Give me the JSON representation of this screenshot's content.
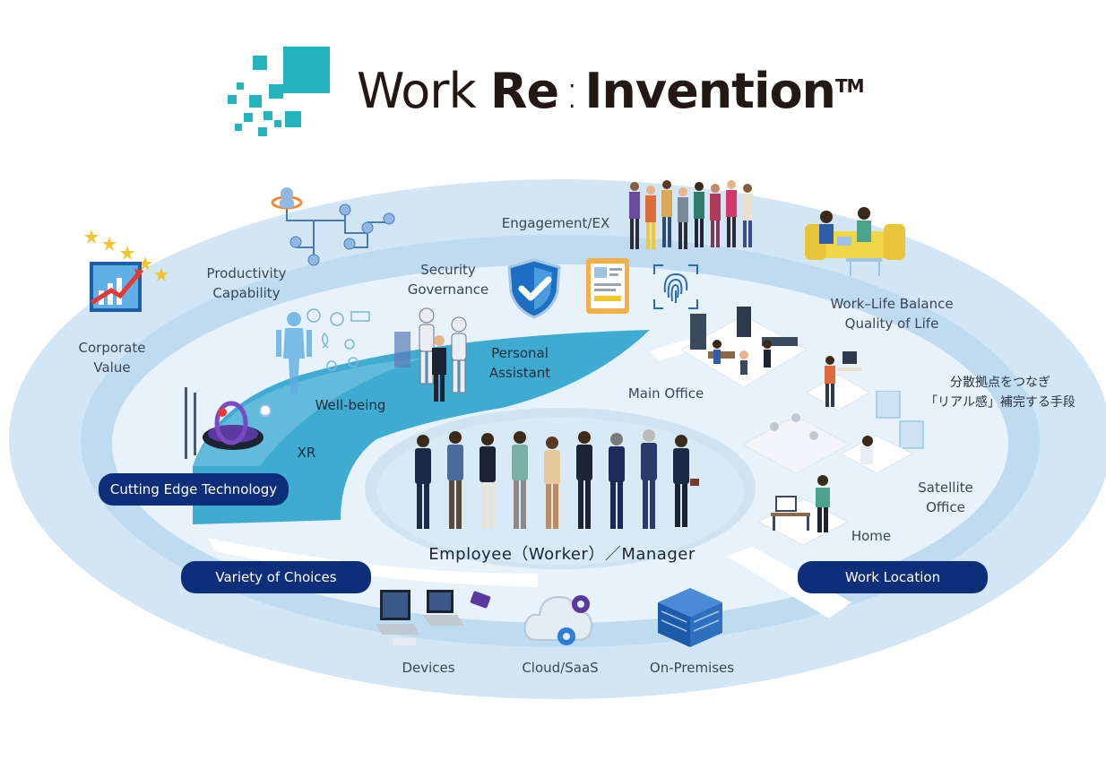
{
  "logo": {
    "word_regular": "Work ",
    "word_bold": "Re",
    "colon": ":",
    "word_bold2": "Invention",
    "trademark": "TM",
    "accent_color": "#25b3bd",
    "text_color": "#231815"
  },
  "colors": {
    "outer_ring": "#d4e6f5",
    "middle_ring": "#bcd9ef",
    "inner_band": "#e6f1fa",
    "tech_band": "#2ea3cc",
    "pill": "#0d2f7a",
    "white_band": "#ffffff"
  },
  "labels": {
    "corporate_value": [
      "Corporate",
      "Value"
    ],
    "productivity": [
      "Productivity",
      "Capability"
    ],
    "security": [
      "Security",
      "Governance"
    ],
    "engagement": "Engagement/EX",
    "work_life": [
      "Work–Life Balance",
      "Quality of Life"
    ],
    "personal_assistant": [
      "Personal",
      "Assistant"
    ],
    "well_being": "Well-being",
    "xr": "XR",
    "main_office": "Main Office",
    "japanese": [
      "分散拠点をつなぎ",
      "「リアル感」補完する手段"
    ],
    "satellite": [
      "Satellite",
      "Office"
    ],
    "home": "Home",
    "center": "Employee（Worker）／Manager",
    "devices": "Devices",
    "cloud": "Cloud/SaaS",
    "onprem": "On-Premises"
  },
  "pills": {
    "cutting_edge": "Cutting Edge Technology",
    "variety": "Variety of Choices",
    "work_location": "Work Location"
  },
  "icons": [
    "star-rating-icon",
    "growth-chart-icon",
    "org-network-icon",
    "shield-check-icon",
    "tablet-review-icon",
    "fingerprint-icon",
    "people-group-icon",
    "sofa-couple-icon",
    "human-body-icon",
    "robot-assistant-icon",
    "vr-ring-icon",
    "office-scene-icon",
    "home-desk-icon",
    "laptop-devices-icon",
    "cloud-gear-icon",
    "server-rack-icon",
    "employee-group-icon"
  ]
}
